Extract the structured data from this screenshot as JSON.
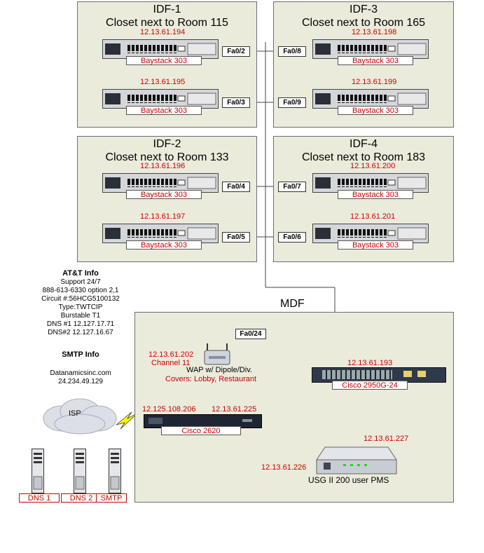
{
  "idf1": {
    "title": "IDF-1",
    "subtitle": "Closet next to Room 115",
    "switches": [
      {
        "ip": "12.13.61.194",
        "label": "Baystack 303",
        "port": "Fa0/2"
      },
      {
        "ip": "12.13.61.195",
        "label": "Baystack 303",
        "port": "Fa0/3"
      }
    ]
  },
  "idf2": {
    "title": "IDF-2",
    "subtitle": "Closet next to Room 133",
    "switches": [
      {
        "ip": "12.13.61.196",
        "label": "Baystack 303",
        "port": "Fa0/4"
      },
      {
        "ip": "12.13.61.197",
        "label": "Baystack 303",
        "port": "Fa0/5"
      }
    ]
  },
  "idf3": {
    "title": "IDF-3",
    "subtitle": "Closet next to Room 165",
    "switches": [
      {
        "ip": "12.13.61.198",
        "label": "Baystack 303",
        "port": "Fa0/8"
      },
      {
        "ip": "12.13.61.199",
        "label": "Baystack 303",
        "port": "Fa0/9"
      }
    ]
  },
  "idf4": {
    "title": "IDF-4",
    "subtitle": "Closet next to Room 183",
    "switches": [
      {
        "ip": "12.13.61.200",
        "label": "Baystack 303",
        "port": "Fa0/7"
      },
      {
        "ip": "12.13.61.201",
        "label": "Baystack 303",
        "port": "Fa0/6"
      }
    ]
  },
  "att": {
    "title": "AT&T Info",
    "lines": [
      "Support 24/7",
      "888-613-6330 option 2,1",
      "Circuit #:56HCG5100132",
      "Type:TWTCIP",
      "Burstable T1",
      "DNS #1 12.127.17.71",
      "DNS#2 12.127.16.67"
    ]
  },
  "smtp": {
    "title": "SMTP Info",
    "lines": [
      "Datanamicsinc.com",
      "24.234.49.129"
    ]
  },
  "mdf": {
    "title": "MDF",
    "wap": {
      "port": "Fa0/24",
      "ip": "12.13.61.202",
      "channel": "Channel 11",
      "name": "WAP w/ Dipole/Div.",
      "covers": "Covers: Lobby, Restaurant"
    },
    "core_switch": {
      "ip": "12.13.61.193",
      "label": "Cisco 2950G-24"
    },
    "router": {
      "ip_wan": "12.125.108.206",
      "ip_lan": "12.13.61.225",
      "label": "Cisco 2620"
    },
    "pms": {
      "ip_router_side": "12.13.61.226",
      "ip_switch_side": "12.13.61.227",
      "label": "USG II 200 user PMS"
    }
  },
  "isp": {
    "label": "ISP"
  },
  "servers": [
    {
      "label": "DNS 1"
    },
    {
      "label": "DNS 2"
    },
    {
      "label": "SMTP"
    }
  ],
  "colors": {
    "box_fill": "#ebebdc",
    "ip_text": "#cc0000"
  }
}
